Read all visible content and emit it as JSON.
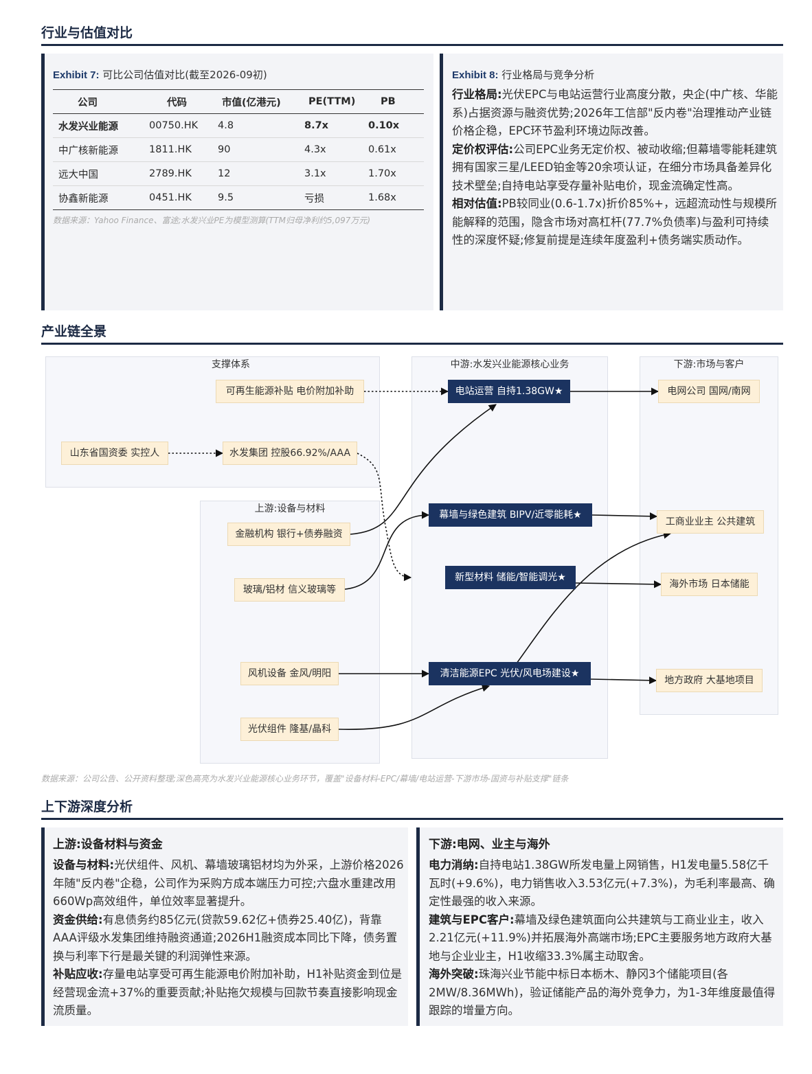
{
  "sections": {
    "valuation": "行业与估值对比",
    "chain": "产业链全景",
    "updown": "上下游深度分析"
  },
  "exhibit7": {
    "label": "Exhibit 7:",
    "title": "可比公司估值对比(截至2026-09初)",
    "headers": [
      "公司",
      "代码",
      "市值(亿港元)",
      "PE(TTM)",
      "PB"
    ],
    "rows": [
      {
        "company": "水发兴业能源",
        "code": "00750.HK",
        "mcap": "4.8",
        "pe": "8.7x",
        "pb": "0.10x",
        "highlight": true
      },
      {
        "company": "中广核新能源",
        "code": "1811.HK",
        "mcap": "90",
        "pe": "4.3x",
        "pb": "0.61x",
        "highlight": false
      },
      {
        "company": "远大中国",
        "code": "2789.HK",
        "mcap": "12",
        "pe": "3.1x",
        "pb": "1.70x",
        "highlight": false
      },
      {
        "company": "协鑫新能源",
        "code": "0451.HK",
        "mcap": "9.5",
        "pe": "亏损",
        "pb": "1.68x",
        "highlight": false
      }
    ],
    "source": "数据来源：Yahoo Finance、富途;水发兴业PE为模型测算(TTM归母净利约5,097万元)"
  },
  "exhibit8": {
    "label": "Exhibit 8:",
    "title": "行业格局与竞争分析",
    "p1_head": "行业格局:",
    "p1_text": "光伏EPC与电站运营行业高度分散，央企(中广核、华能系)占据资源与融资优势;2026年工信部\"反内卷\"治理推动产业链价格企稳，EPC环节盈利环境边际改善。",
    "p2_head": "定价权评估:",
    "p2_text": "公司EPC业务无定价权、被动收缩;但幕墙零能耗建筑拥有国家三星/LEED铂金等20余项认证，在细分市场具备差异化技术壁垒;自持电站享受存量补贴电价，现金流确定性高。",
    "p3_head": "相对估值:",
    "p3_text": "PB较同业(0.6-1.7x)折价85%+，远超流动性与规模所能解释的范围，隐含市场对高杠杆(77.7%负债率)与盈利可持续性的深度怀疑;修复前提是连续年度盈利+债务端实质动作。"
  },
  "chain": {
    "col_support": "支撑体系",
    "col_up": "上游:设备与材料",
    "col_mid": "中游:水发兴业能源核心业务",
    "col_down": "下游:市场与客户",
    "n_subsidy": "可再生能源补贴 电价附加补助",
    "n_sasac": "山东省国资委 实控人",
    "n_group": "水发集团 控股66.92%/AAA",
    "n_finance": "金融机构 银行+债券融资",
    "n_glass": "玻璃/铝材 信义玻璃等",
    "n_wind": "风机设备 金风/明阳",
    "n_pv": "光伏组件 隆基/晶科",
    "n_station": "电站运营 自持1.38GW★",
    "n_curtain": "幕墙与绿色建筑 BIPV/近零能耗★",
    "n_material": "新型材料 储能/智能调光★",
    "n_epc": "清洁能源EPC 光伏/风电场建设★",
    "n_grid": "电网公司 国网/南网",
    "n_commercial": "工商业业主 公共建筑",
    "n_overseas": "海外市场 日本储能",
    "n_gov": "地方政府 大基地项目",
    "source": "数据来源：公司公告、公开资料整理;深色高亮为水发兴业能源核心业务环节，覆盖\"设备材料-EPC/幕墙/电站运营-下游市场-国资与补贴支撑\"链条"
  },
  "upstream": {
    "title": "上游:设备材料与资金",
    "p1_head": "设备与材料:",
    "p1_text": "光伏组件、风机、幕墙玻璃铝材均为外采，上游价格2026年随\"反内卷\"企稳，公司作为采购方成本端压力可控;六盘水重建改用660Wp高效组件，单位效率显著提升。",
    "p2_head": "资金供给:",
    "p2_text": "有息债务约85亿元(贷款59.62亿+债券25.40亿)，背靠AAA评级水发集团维持融资通道;2026H1融资成本同比下降，债务置换与利率下行是最关键的利润弹性来源。",
    "p3_head": "补贴应收:",
    "p3_text": "存量电站享受可再生能源电价附加补助，H1补贴资金到位是经营现金流+37%的重要贡献;补贴拖欠规模与回款节奏直接影响现金流质量。"
  },
  "downstream": {
    "title": "下游:电网、业主与海外",
    "p1_head": "电力消纳:",
    "p1_text": "自持电站1.38GW所发电量上网销售，H1发电量5.58亿千瓦时(+9.6%)，电力销售收入3.53亿元(+7.3%)，为毛利率最高、确定性最强的收入来源。",
    "p2_head": "建筑与EPC客户:",
    "p2_text": "幕墙及绿色建筑面向公共建筑与工商业业主，收入2.21亿元(+11.9%)并拓展海外高端市场;EPC主要服务地方政府大基地与企业业主，H1收缩33.3%属主动取舍。",
    "p3_head": "海外突破:",
    "p3_text": "珠海兴业节能中标日本栃木、静冈3个储能项目(各2MW/8.36MWh)，验证储能产品的海外竞争力，为1-3年维度最值得跟踪的增量方向。"
  }
}
